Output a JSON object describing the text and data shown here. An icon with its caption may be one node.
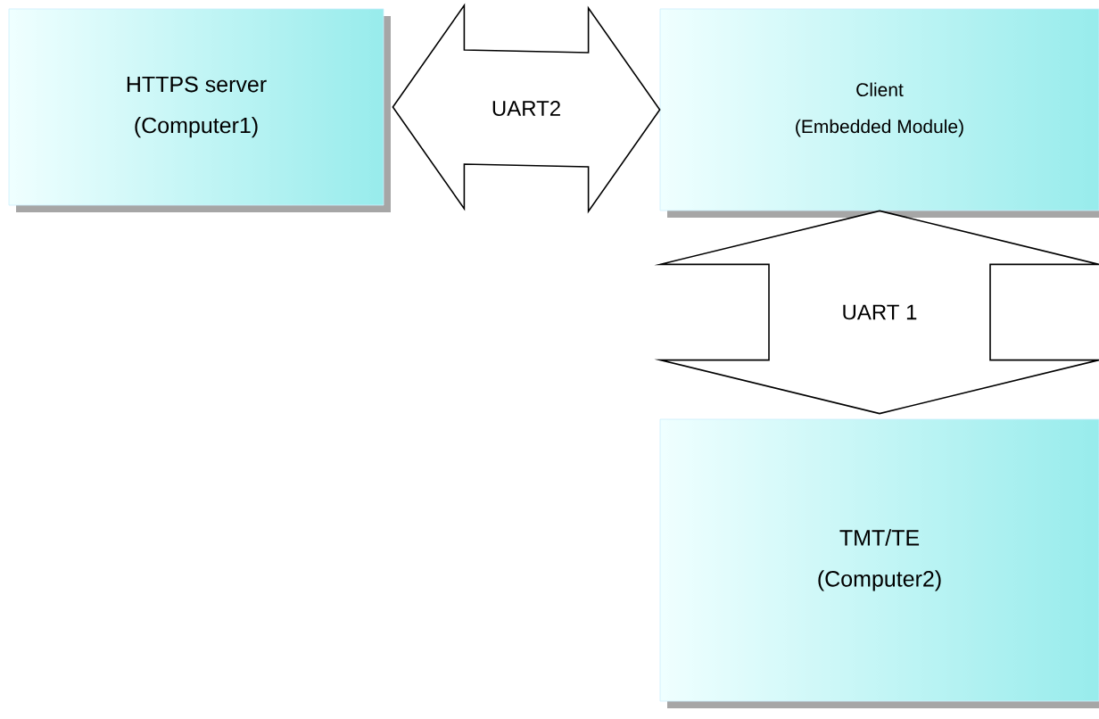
{
  "diagram": {
    "nodes": [
      {
        "text": [
          "HTTPS server",
          "(Computer1)"
        ]
      },
      {
        "text": [
          "Client",
          "(Embedded Module)"
        ]
      },
      {
        "text": [
          "TMT/TE",
          "(Computer2)"
        ]
      }
    ],
    "edges": [
      {
        "from": 0,
        "to": 1,
        "arrow": "both",
        "label": "UART2"
      },
      {
        "from": 1,
        "to": 2,
        "arrow": "both",
        "label": "UART 1"
      }
    ]
  }
}
